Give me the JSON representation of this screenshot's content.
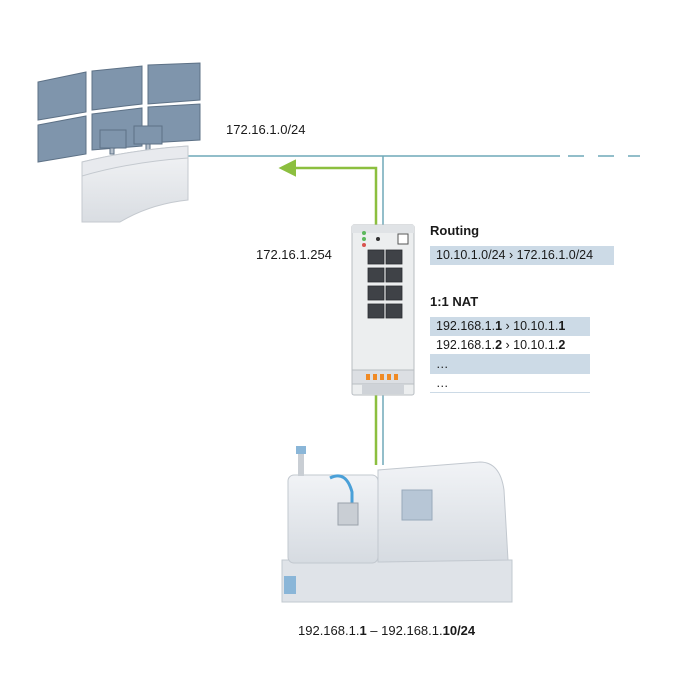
{
  "networks": {
    "control_subnet": "172.16.1.0/24",
    "gateway_address": "172.16.1.254"
  },
  "routing": {
    "heading": "Routing",
    "rule": "10.10.1.0/24 › 172.16.1.0/24"
  },
  "nat": {
    "heading": "1:1 NAT",
    "rows": [
      {
        "a": "192.168.1.",
        "a_bold": "1",
        "sep": " › ",
        "b": "10.10.1.",
        "b_bold": "1"
      },
      {
        "a": "192.168.1.",
        "a_bold": "2",
        "sep": " › ",
        "b": "10.10.1.",
        "b_bold": "2"
      },
      {
        "text": "…"
      },
      {
        "text": "…"
      }
    ]
  },
  "machine_range": {
    "start_prefix": "192.168.1.",
    "start_bold": "1",
    "dash": " – ",
    "end_prefix": "192.168.1.",
    "end_bold": "10/24"
  },
  "colors": {
    "network_line": "#6fa8b8",
    "nat_link": "#8cbf3f",
    "row_shade": "#ccdae6",
    "monitor": "#7f95ac"
  }
}
